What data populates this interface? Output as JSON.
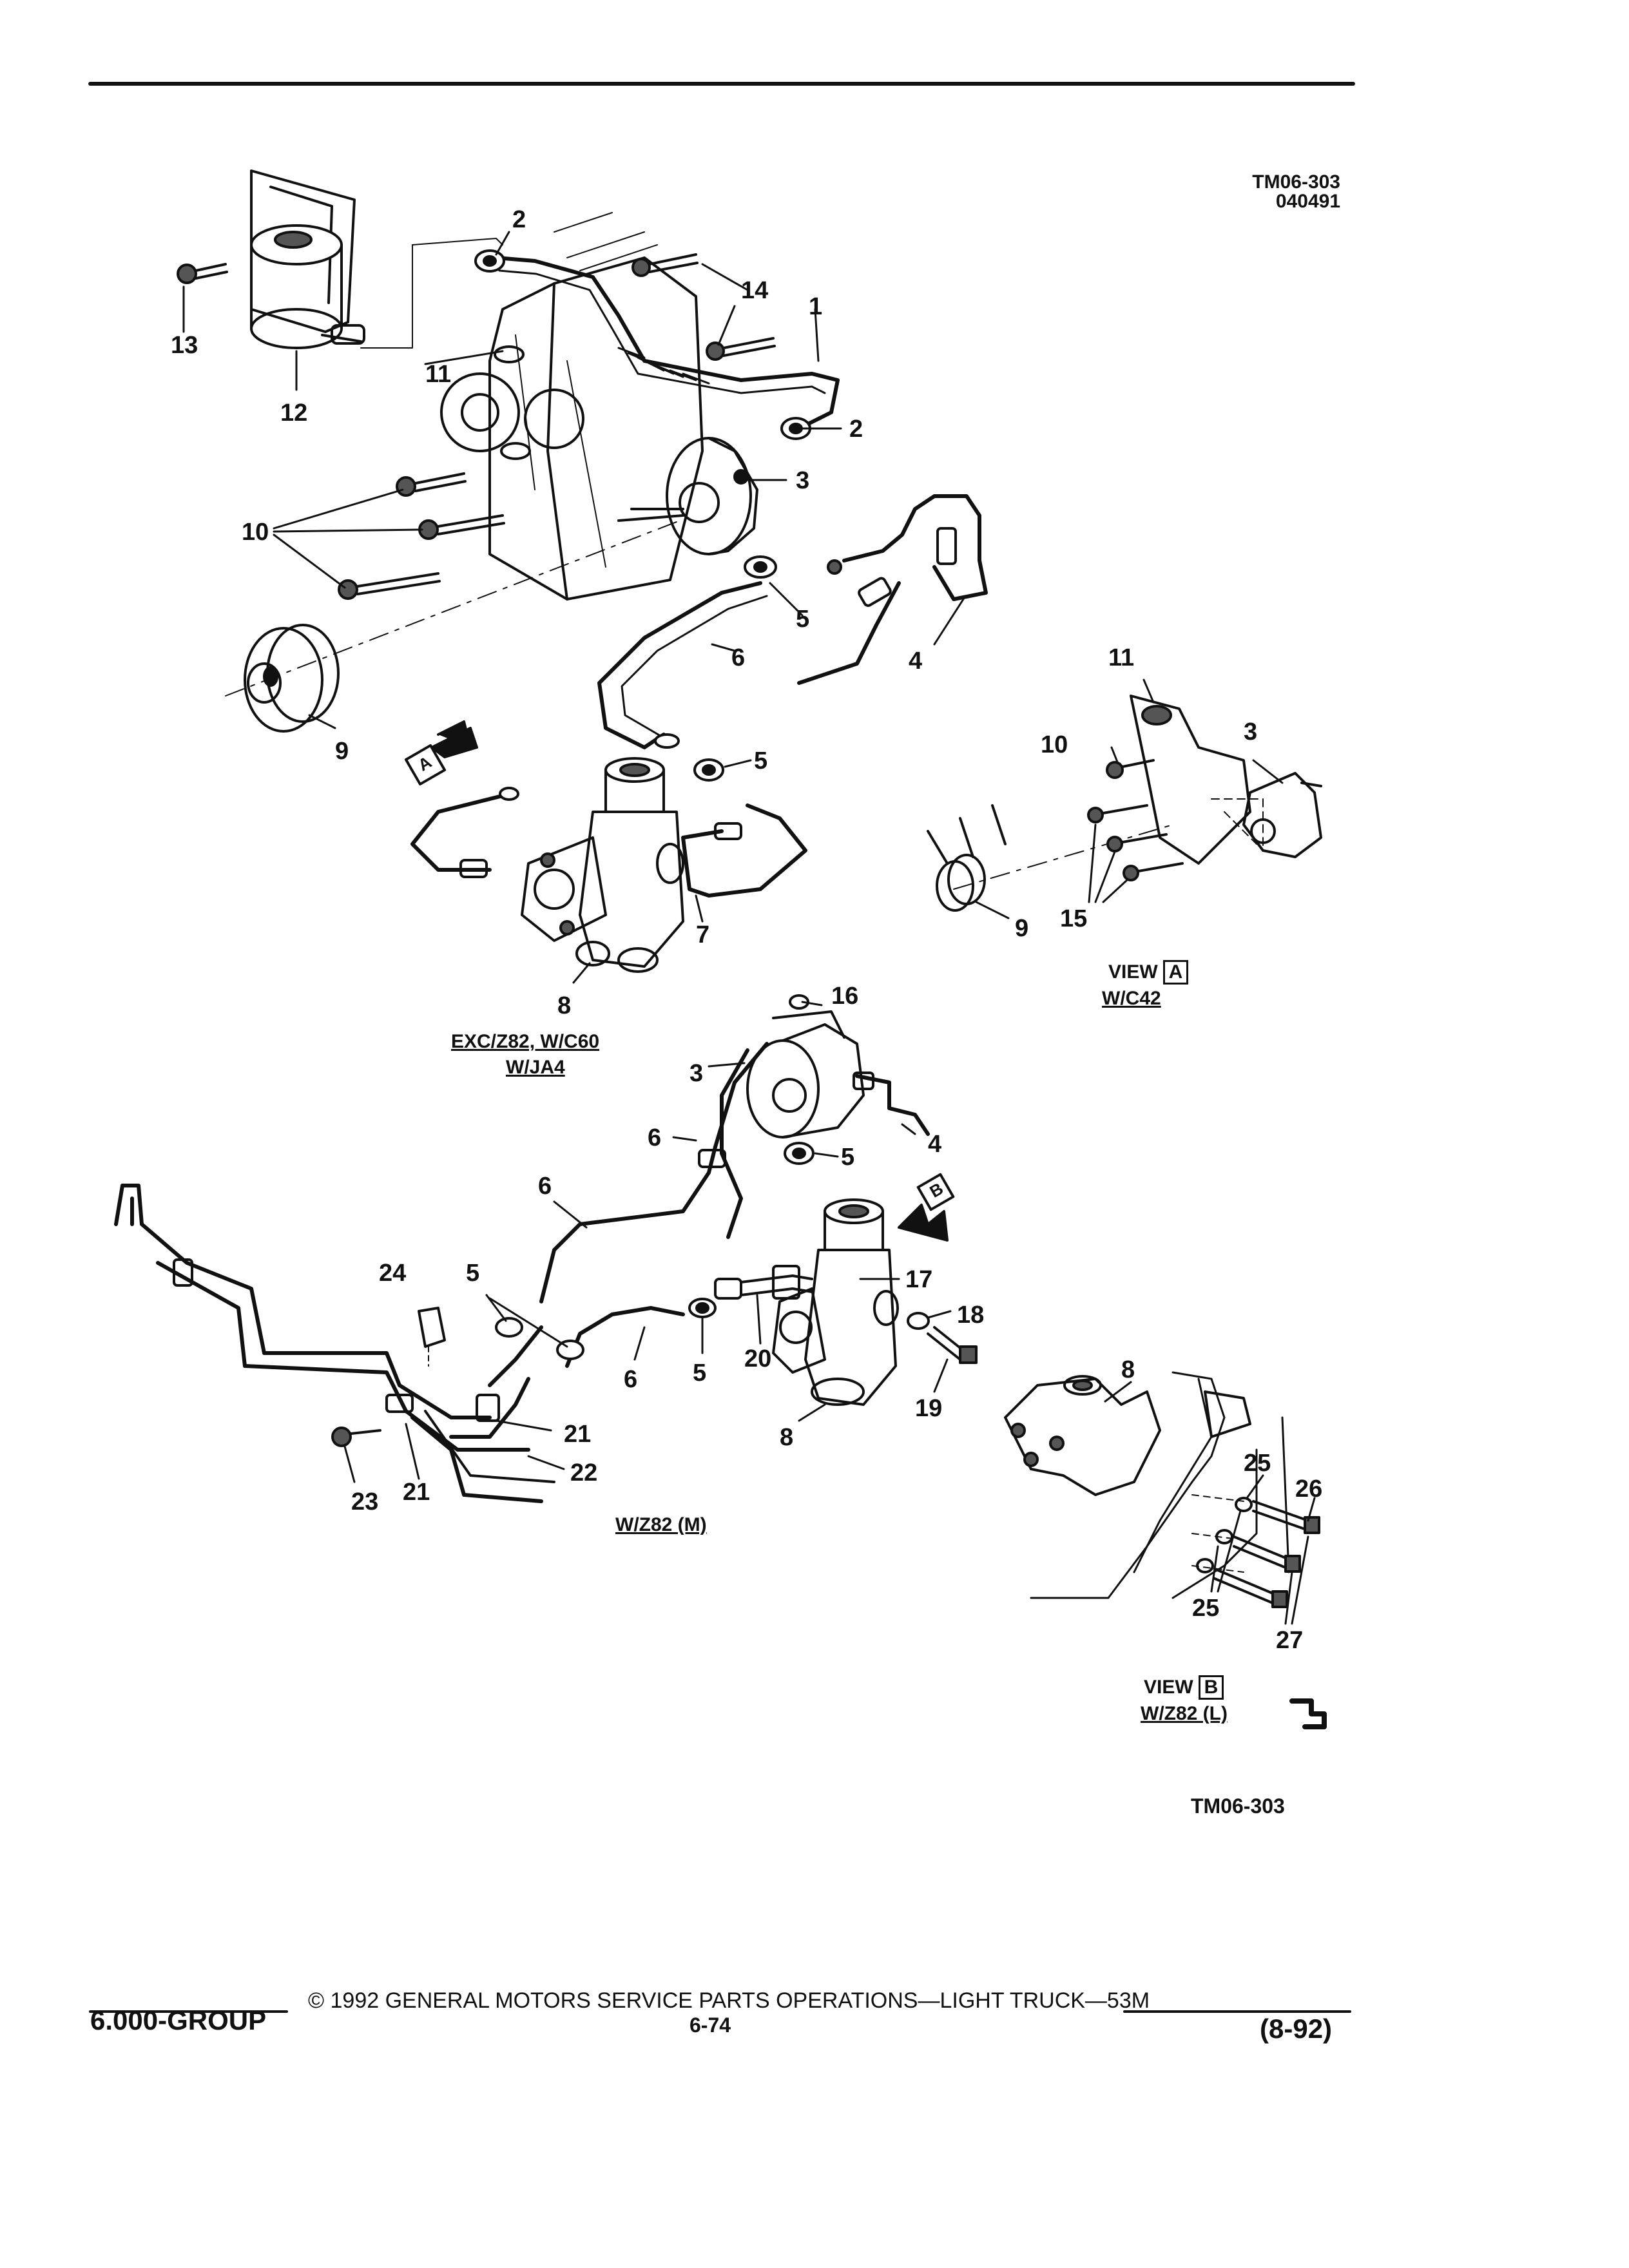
{
  "header": {
    "code_lines": [
      "TM06-303",
      "040491"
    ]
  },
  "callouts": {
    "c1": "1",
    "c2a": "2",
    "c2b": "2",
    "c3": "3",
    "c4": "4",
    "c5a": "5",
    "c5b": "5",
    "c6": "6",
    "c7": "7",
    "c8": "8",
    "c9": "9",
    "c10": "10",
    "c11": "11",
    "c12": "12",
    "c13": "13",
    "c14": "14",
    "va_11": "11",
    "va_10": "10",
    "va_3": "3",
    "va_9": "9",
    "va_15": "15",
    "m_16": "16",
    "m_3": "3",
    "m_6a": "6",
    "m_4": "4",
    "m_5a": "5",
    "m_6b": "6",
    "m_24": "24",
    "m_5b": "5",
    "m_17": "17",
    "m_18": "18",
    "m_20": "20",
    "m_6c": "6",
    "m_5c": "5",
    "m_19": "19",
    "m_8": "8",
    "m_21a": "21",
    "m_22": "22",
    "m_23": "23",
    "m_21b": "21",
    "vb_8": "8",
    "vb_25a": "25",
    "vb_26": "26",
    "vb_25b": "25",
    "vb_27": "27"
  },
  "captions": {
    "upper_line1": "EXC/Z82, W/C60",
    "upper_line2": "W/JA4",
    "view_a_label": "VIEW",
    "view_a_letter": "A",
    "view_a_option": "W/C42",
    "middle": "W/Z82 (M)",
    "view_b_label": "VIEW",
    "view_b_letter": "B",
    "view_b_option": "W/Z82 (L)"
  },
  "arrow_labels": {
    "a": "A",
    "b": "B"
  },
  "figure_code": "TM06-303",
  "footer": {
    "group": "6.000-GROUP",
    "copyright": "© 1992 GENERAL MOTORS SERVICE PARTS OPERATIONS—LIGHT TRUCK—53M",
    "page": "6-74",
    "date": "(8-92)"
  },
  "colors": {
    "ink": "#111111",
    "paper": "#ffffff"
  }
}
